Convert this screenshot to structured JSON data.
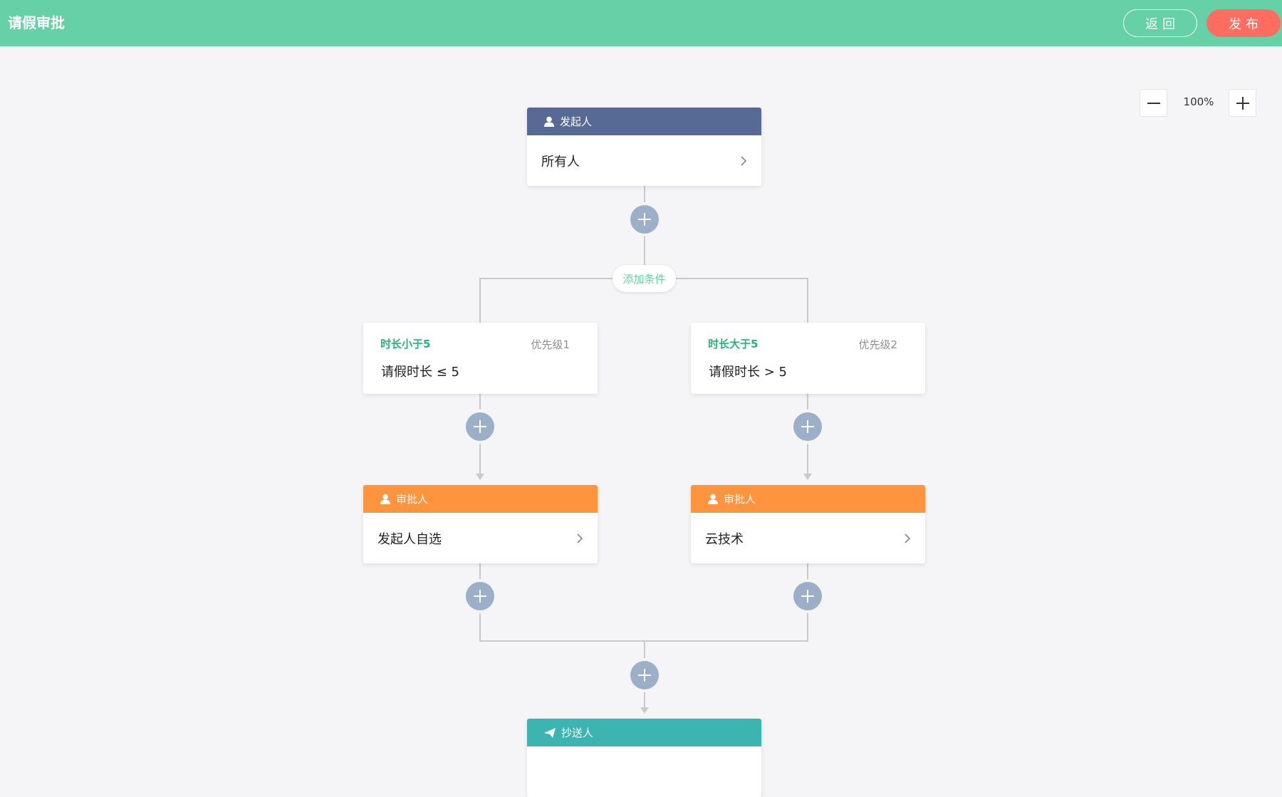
{
  "header": {
    "title": "请假审批",
    "back_label": "返回",
    "publish_label": "发布",
    "colors": {
      "bar": "#66d0a7",
      "publish": "#fe6d5f"
    }
  },
  "zoom": {
    "value": "100%",
    "zoom_out_icon": "minus-icon",
    "zoom_in_icon": "plus-icon"
  },
  "initiator": {
    "header_label": "发起人",
    "value": "所有人",
    "icon": "user-icon",
    "color": "#576a95"
  },
  "add_condition_label": "添加条件",
  "branches": [
    {
      "condition_title": "时长小于5",
      "priority": "优先级1",
      "expression": "请假时长 ≤ 5",
      "approver": {
        "header_label": "审批人",
        "value": "发起人自选",
        "icon": "user-icon",
        "color": "#ff943e"
      }
    },
    {
      "condition_title": "时长大于5",
      "priority": "优先级2",
      "expression": "请假时长 > 5",
      "approver": {
        "header_label": "审批人",
        "value": "云技术",
        "icon": "user-icon",
        "color": "#ff943e"
      }
    }
  ],
  "cc": {
    "header_label": "抄送人",
    "icon": "send-icon",
    "color": "#3cb4b2"
  }
}
